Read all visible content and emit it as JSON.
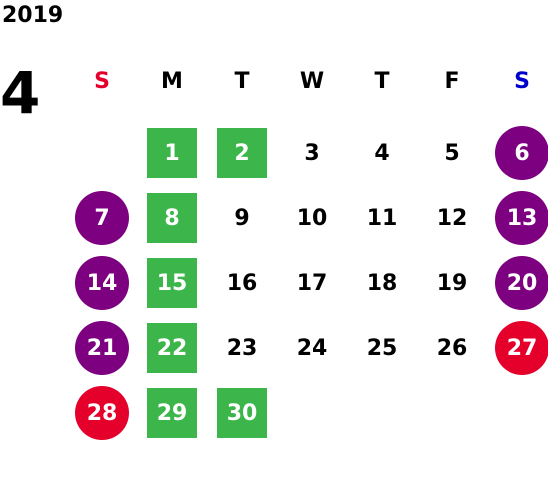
{
  "calendar": {
    "year": "2019",
    "month": "4",
    "weekdays": [
      "S",
      "M",
      "T",
      "W",
      "T",
      "F",
      "S"
    ],
    "weekday_colors": [
      "#e4002b",
      "#000000",
      "#000000",
      "#000000",
      "#000000",
      "#000000",
      "#0000cc"
    ],
    "weeks": [
      [
        null,
        {
          "d": "1",
          "s": "green"
        },
        {
          "d": "2",
          "s": "green"
        },
        {
          "d": "3",
          "s": "plain"
        },
        {
          "d": "4",
          "s": "plain"
        },
        {
          "d": "5",
          "s": "plain"
        },
        {
          "d": "6",
          "s": "purple"
        }
      ],
      [
        {
          "d": "7",
          "s": "purple"
        },
        {
          "d": "8",
          "s": "green"
        },
        {
          "d": "9",
          "s": "plain"
        },
        {
          "d": "10",
          "s": "plain"
        },
        {
          "d": "11",
          "s": "plain"
        },
        {
          "d": "12",
          "s": "plain"
        },
        {
          "d": "13",
          "s": "purple"
        }
      ],
      [
        {
          "d": "14",
          "s": "purple"
        },
        {
          "d": "15",
          "s": "green"
        },
        {
          "d": "16",
          "s": "plain"
        },
        {
          "d": "17",
          "s": "plain"
        },
        {
          "d": "18",
          "s": "plain"
        },
        {
          "d": "19",
          "s": "plain"
        },
        {
          "d": "20",
          "s": "purple"
        }
      ],
      [
        {
          "d": "21",
          "s": "purple"
        },
        {
          "d": "22",
          "s": "green"
        },
        {
          "d": "23",
          "s": "plain"
        },
        {
          "d": "24",
          "s": "plain"
        },
        {
          "d": "25",
          "s": "plain"
        },
        {
          "d": "26",
          "s": "plain"
        },
        {
          "d": "27",
          "s": "red"
        }
      ],
      [
        {
          "d": "28",
          "s": "red"
        },
        {
          "d": "29",
          "s": "green"
        },
        {
          "d": "30",
          "s": "green"
        },
        null,
        null,
        null,
        null
      ]
    ]
  },
  "colors": {
    "green": "#3cb54a",
    "purple": "#7c007f",
    "red": "#e4002b",
    "saturday_blue": "#0000cc"
  }
}
